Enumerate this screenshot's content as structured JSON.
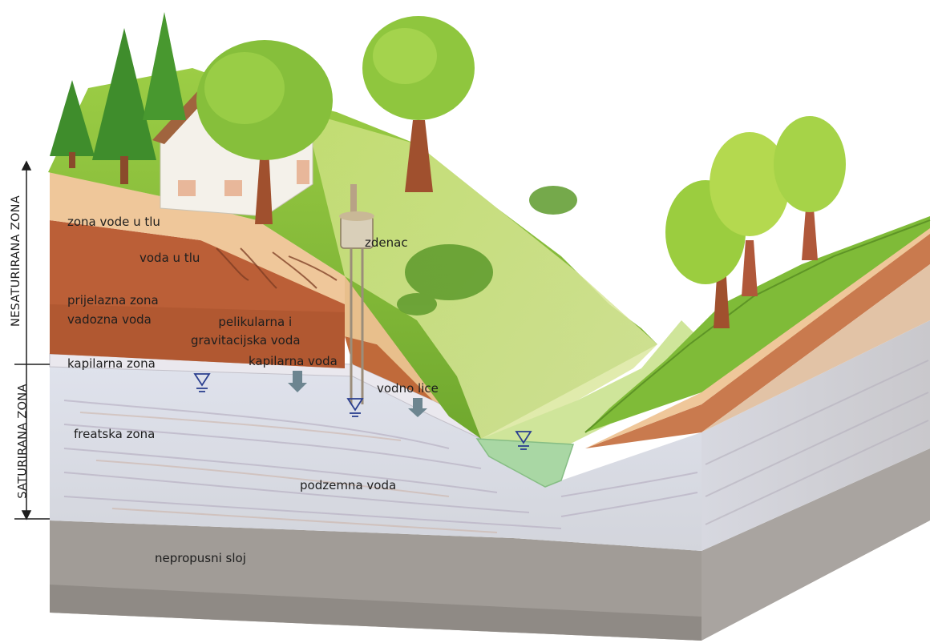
{
  "zones": {
    "unsaturated": "NESATURIRANA ZONA",
    "saturated": "SATURIRANA ZONA"
  },
  "labels": {
    "soil_water_zone": "zona vode u tlu",
    "soil_water": "voda u tlu",
    "transition_zone": "prijelazna zona",
    "vadose_water": "vadozna voda",
    "pellicular_line1": "pelikularna i",
    "pellicular_line2": "gravitacijska voda",
    "capillary_zone": "kapilarna zona",
    "capillary_water": "kapilarna voda",
    "well": "zdenac",
    "water_table": "vodno lice",
    "phreatic_zone": "freatska zona",
    "groundwater": "podzemna voda",
    "impermeable_layer": "nepropusni sloj"
  },
  "colors": {
    "water_table_symbol": "#2b3f8f",
    "arrow": "#6d8590",
    "grass": "#8cc43c",
    "soil_light": "#efc79a",
    "soil_dark": "#c0623a",
    "aquifer": "#d6dbe8",
    "impermeable": "#9b9690",
    "stream": "#a9d7a4"
  }
}
